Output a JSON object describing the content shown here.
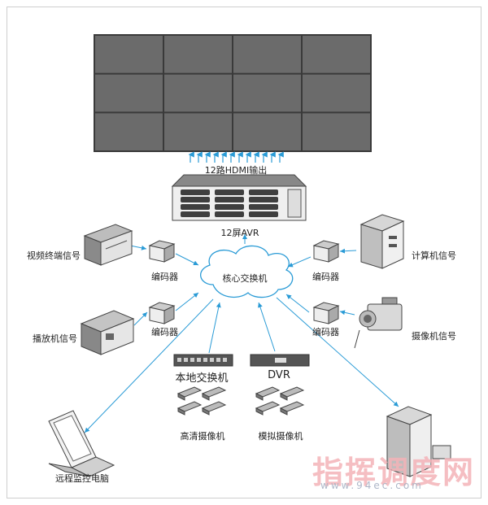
{
  "video_wall": {
    "rows": 3,
    "cols": 4,
    "tile_color": "#6b6b6b"
  },
  "labels": {
    "hdmi_output": "12路HDMI输出",
    "avr": "12屏AVR",
    "core_switch": "核心交换机",
    "video_terminal": "视频终端信号",
    "player": "播放机信号",
    "computer": "计算机信号",
    "camera": "摄像机信号",
    "encoder_1": "编码器",
    "encoder_2": "编码器",
    "encoder_3": "编码器",
    "encoder_4": "编码器",
    "local_switch": "本地交换机",
    "dvr": "DVR",
    "hd_camera": "高清摄像机",
    "analog_camera": "模拟摄像机",
    "remote_pc": "远程监控电脑"
  },
  "watermark": {
    "title": "指挥调度网",
    "url": "www.94ec.com"
  },
  "colors": {
    "arrow": "#2a9bd6",
    "device": "#555555",
    "wall_border": "#3a3a3a"
  }
}
